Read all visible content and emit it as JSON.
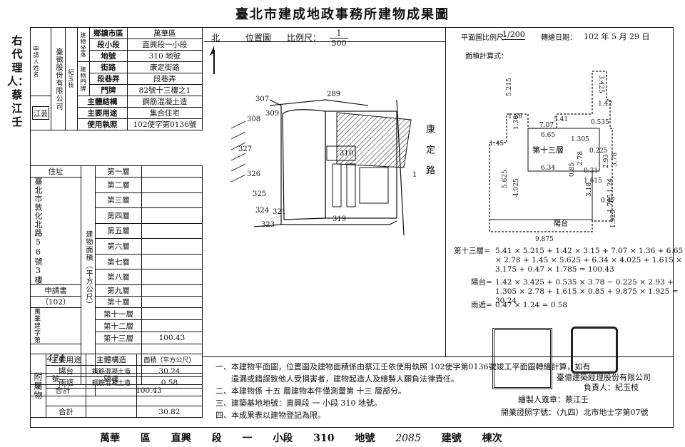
{
  "title": "臺北市建成地政事務所建物成果圖",
  "agent": "右代理人：蔡江壬",
  "left": {
    "applicant_lbl": "申請人姓名",
    "company": "臺徵股份有限公司",
    "rep_lbl": "負責人",
    "rep_name": "紀玉枝",
    "seal": "江芸",
    "loc_lbl": "建物坐落",
    "district_lbl": "鄉鎮市區",
    "district": "萬華區",
    "section_lbl": "段小段",
    "section": "直興段一小段",
    "lot_lbl": "地號",
    "lot": "310 地號",
    "door_lbl": "建物門牌",
    "street_lbl": "街路",
    "street": "康定街路",
    "lane_lbl": "段巷弄",
    "lane": "段巷弄",
    "no_lbl": "門牌",
    "no": "82號十三樓之1",
    "struct_lbl": "主體結構",
    "struct": "鋼筋混凝土造",
    "use_lbl": "主要用途",
    "use": "集合住宅",
    "permit_lbl": "使用執照",
    "permit": "102使字第0136號",
    "addr_lbl": "住址",
    "addr": "臺北市敦化北路56號3樓",
    "apply_lbl": "申請書",
    "apply_year": "（102）",
    "apply_no_lbl": "萬華建字第",
    "apply_no": "474",
    "apply_hao": "號",
    "area_lbl": "建物面積（平方公尺）",
    "floors": [
      "第一層",
      "第二層",
      "第三層",
      "第四層",
      "第五層",
      "第六層",
      "第七層",
      "第八層",
      "第九層",
      "第十層",
      "第十一層",
      "第十二層",
      "第十三層"
    ],
    "floor13_value": "100.43",
    "rider_lbl": "騎樓",
    "total_lbl": "合計",
    "total": "100.43",
    "annex_lbl": "附屬物",
    "annex_use_lbl": "主要用途",
    "annex_struct_lbl": "主體構造",
    "annex_area_lbl": "面積（平方公尺）",
    "annex": [
      {
        "use": "陽台",
        "struct": "鋼筋混凝土造",
        "area": "30.24"
      },
      {
        "use": "雨遮",
        "struct": "鋼筋混凝土造",
        "area": "0.58"
      }
    ],
    "annex_total_lbl": "合計",
    "annex_total": "30.82"
  },
  "location": {
    "north": "北",
    "title": "位置圖",
    "scale_lbl": "比例尺：",
    "scale_num": "1",
    "scale_den": "500",
    "lots": [
      "307",
      "289",
      "308",
      "309",
      "327",
      "326",
      "325",
      "324",
      "321",
      "323",
      "319",
      "310",
      "1"
    ],
    "road": "康定路"
  },
  "plan": {
    "scale_lbl": "平面圖比例尺：",
    "scale": "1/200",
    "date_lbl": "轉繪日期：",
    "date": "102 年 5 月 29 日",
    "calc_lbl": "面積計算式：",
    "floor_lbl": "第十三層",
    "balcony_lbl": "陽台",
    "dims": [
      "5.215",
      "3.425",
      "7.07",
      "5.41",
      "1.42",
      "1.66",
      "1.36",
      "0.535",
      "6.65",
      "1.305",
      "1.45",
      "0.225",
      "2.78",
      "2.93",
      "3.78",
      "6.34",
      "0.85",
      "0.31",
      "1.615",
      "5.625",
      "4.025",
      "1.24",
      "3.18",
      "0.47",
      "1.785",
      "1.925",
      "9.875"
    ]
  },
  "calc": {
    "f13_lbl": "第十三層=",
    "f13_l1": "5.41 × 5.215 + 1.42 × 3.15 + 7.07 × 1.36 + 6.65",
    "f13_l2": "× 2.78 + 1.45 × 5.625 + 6.34 × 4.025 + 1.615 ×",
    "f13_l3": "3.175 + 0.47 × 1.785 = 100.43",
    "bal_lbl": "陽台=",
    "bal_l1": "1.42 × 3.425 + 0.535 × 3.78 − 0.225 × 2.93 +",
    "bal_l2": "1.305 × 2.78 + 1.615 × 0.85 + 9.875 × 1.925 = 30.24",
    "rain_lbl": "雨遮=",
    "rain": "0.47 × 1.24 = 0.58"
  },
  "notes": [
    "一、本建物平面圖，位置圖及建物面積係由蔡江壬依使用執照 102使字第0136號竣工平面圖轉繪計算，如有",
    "遺漏或錯誤致他人受損害者，建物起造人及繪製人願負法律責任。",
    "二、本建物係 十五 層建物本件僅測量第 十三 層部分。",
    "三、建築基地地號：直興段 一 小段 310 地號。",
    "四、本成果表以建物登記為限。"
  ],
  "company_right": "臺億建築經理股份有限公司",
  "company_rep": "負責人：紀玉枝",
  "drawer": "繪製人簽章：蔡江壬",
  "cert": "開業證照字號：（九四）北市地士字第07號",
  "footer": {
    "district": "萬華",
    "qu": "區",
    "section": "直興",
    "duan": "段",
    "small": "一",
    "xiaoduan": "小段",
    "lot": "310",
    "lot_lbl": "地號",
    "bno": "2085",
    "bno_lbl": "建號",
    "dong": "棟次"
  }
}
